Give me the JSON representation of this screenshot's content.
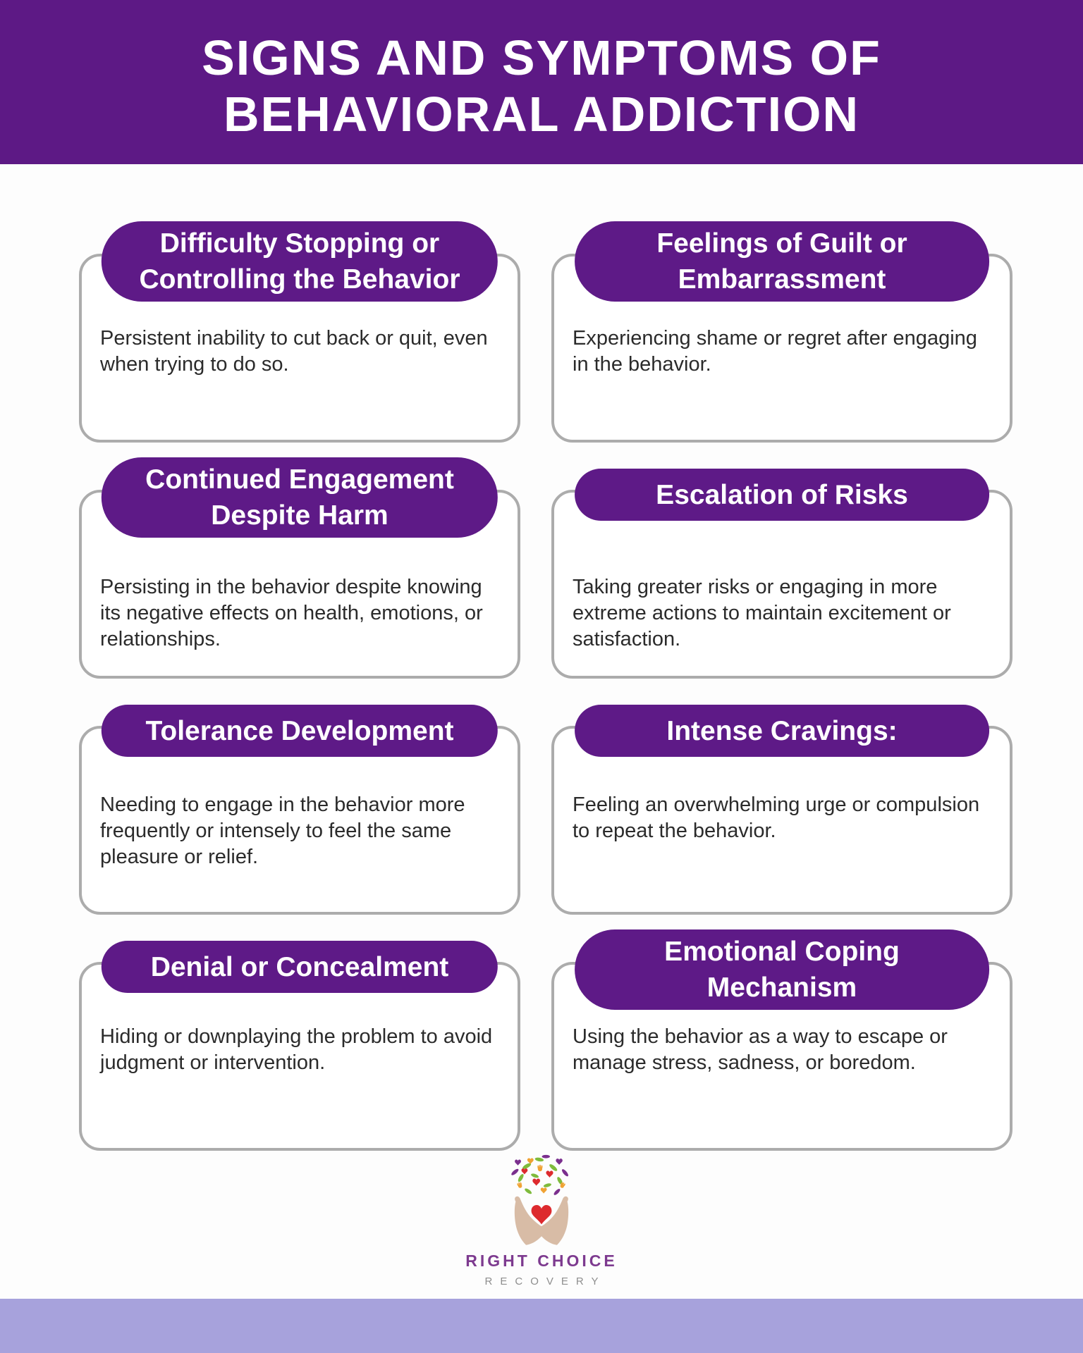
{
  "header": {
    "title": [
      "SIGNS AND SYMPTOMS OF",
      "BEHAVIORAL ADDICTION"
    ]
  },
  "cards": [
    {
      "title": [
        "Difficulty Stopping or",
        "Controlling the Behavior"
      ],
      "body": "Persistent inability to cut back or quit, even when trying to do so."
    },
    {
      "title": [
        "Feelings of Guilt or",
        "Embarrassment"
      ],
      "body": "Experiencing shame or regret after engaging in the behavior."
    },
    {
      "title": [
        "Continued Engagement",
        "Despite Harm"
      ],
      "body": "Persisting in the behavior despite knowing its negative effects on health, emotions, or relationships."
    },
    {
      "title": "Escalation of Risks",
      "body": "Taking greater risks or engaging in more extreme actions to maintain excitement or satisfaction."
    },
    {
      "title": "Tolerance Development",
      "body": "Needing to engage in the behavior more frequently or intensely to feel the same pleasure or relief."
    },
    {
      "title": "Intense Cravings:",
      "body": "Feeling an overwhelming urge or compulsion to repeat the behavior."
    },
    {
      "title": "Denial or Concealment",
      "body": "Hiding or downplaying the problem to avoid judgment or intervention."
    },
    {
      "title": [
        "Emotional Coping",
        "Mechanism"
      ],
      "body": "Using the behavior as a way to escape or manage stress, sadness, or boredom."
    }
  ],
  "logo": {
    "name": "RIGHT CHOICE",
    "sub": "RECOVERY"
  },
  "colors": {
    "header_purple": "#5D1985",
    "pill_purple": "#5E1A87",
    "card_border_gray": "#ACACAC",
    "body_text": "#2b2b2b",
    "footer_lavender": "#A7A2DC",
    "logo_purple": "#7D3A8F",
    "logo_gray": "#8E8E8E",
    "logo_hand_tan": "#D8BCA6",
    "logo_heart_red": "#DD2A2E",
    "logo_leaf_green": "#7FBB3C",
    "logo_accent_orange": "#F0A233",
    "logo_accent_purple": "#7B2F8E"
  }
}
